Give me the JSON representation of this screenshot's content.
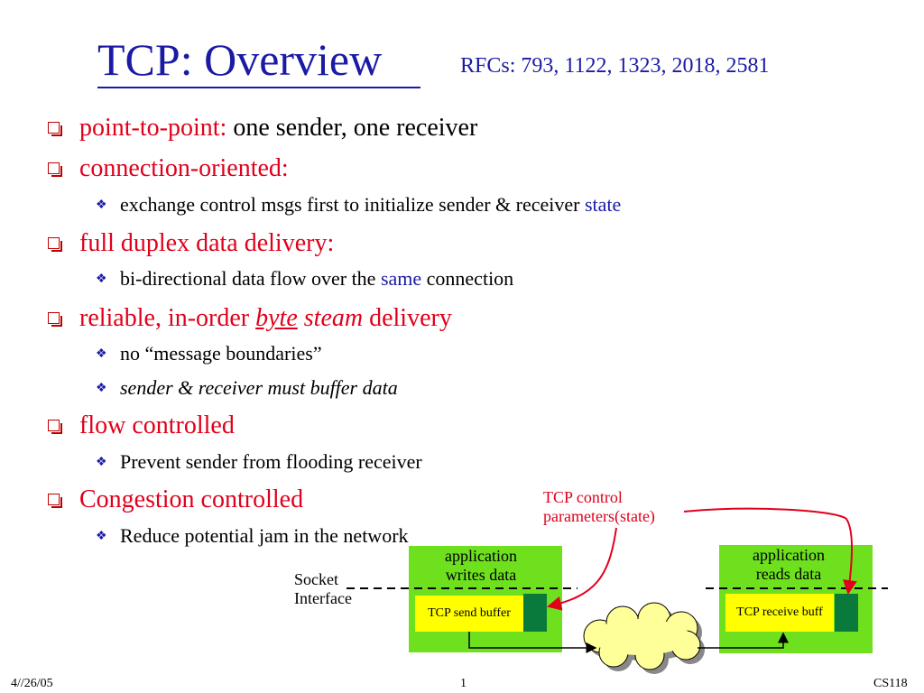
{
  "title": "TCP: Overview",
  "rfcs": "RFCs: 793, 1122, 1323, 2018, 2581",
  "bullets": {
    "b1_red": "point-to-point:",
    "b1_rest": " one sender, one receiver",
    "b2": "connection-oriented:",
    "b2_sub1_text": "exchange control msgs first to initialize sender & receiver ",
    "b2_sub1_blue": "state",
    "b3": "full duplex data delivery:",
    "b3_sub1_a": "bi-directional data flow over the ",
    "b3_sub1_blue": "same",
    "b3_sub1_b": " connection",
    "b4_a": "reliable, in-order ",
    "b4_byte": "byte",
    "b4_steam": "steam",
    "b4_b": " delivery",
    "b4_sub1": "no “message boundaries”",
    "b4_sub2": "sender & receiver must buffer data",
    "b5": "flow controlled",
    "b5_sub1": "Prevent sender from flooding receiver",
    "b6": "Congestion controlled",
    "b6_sub1": "Reduce potential jam in the network"
  },
  "diagram": {
    "tcp_control_line1": "TCP control",
    "tcp_control_line2": "parameters(state)",
    "socket_line1": "Socket",
    "socket_line2": "Interface",
    "app_writes_line1": "application",
    "app_writes_line2": "writes data",
    "app_reads_line1": "application",
    "app_reads_line2": "reads data",
    "send_buffer": "TCP send buffer",
    "receive_buffer": "TCP receive buff"
  },
  "footer": {
    "date": "4//26/05",
    "page": "1",
    "course": "CS118"
  },
  "colors": {
    "title_blue": "#1a1aa6",
    "bullet_red": "#e0001b",
    "box_green": "#6ee01e",
    "buffer_yellow": "#ffff00",
    "state_green": "#0a7a3c",
    "cloud_yellow": "#ffff99"
  }
}
